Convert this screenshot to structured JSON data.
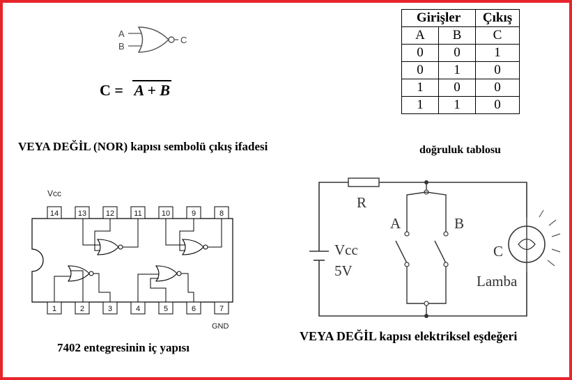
{
  "symbol": {
    "input_a": "A",
    "input_b": "B",
    "output": "C",
    "expr_lhs": "C =",
    "expr_rhs": "A + B"
  },
  "truth_table": {
    "header_inputs": "Girişler",
    "header_output": "Çıkış",
    "columns": [
      "A",
      "B",
      "C"
    ],
    "rows": [
      [
        "0",
        "0",
        "1"
      ],
      [
        "0",
        "1",
        "0"
      ],
      [
        "1",
        "0",
        "0"
      ],
      [
        "1",
        "1",
        "0"
      ]
    ]
  },
  "captions": {
    "symbol_caption": "VEYA DEĞİL (NOR) kapısı sembolü  çıkış ifadesi",
    "table_caption": "doğruluk tablosu",
    "ic_caption": "7402 entegresinin iç yapısı",
    "circuit_caption": "VEYA DEĞİL kapısı elektriksel eşdeğeri"
  },
  "ic": {
    "vcc_label": "Vcc",
    "gnd_label": "GND",
    "top_pins": [
      "14",
      "13",
      "12",
      "11",
      "10",
      "9",
      "8"
    ],
    "bottom_pins": [
      "1",
      "2",
      "3",
      "4",
      "5",
      "6",
      "7"
    ]
  },
  "circuit": {
    "resistor_label": "R",
    "switch_a_label": "A",
    "switch_b_label": "B",
    "source_label": "Vcc",
    "source_value": "5V",
    "lamp_label": "C",
    "lamp_name": "Lamba"
  },
  "colors": {
    "frame": "#e8242b",
    "ink": "#000000"
  }
}
